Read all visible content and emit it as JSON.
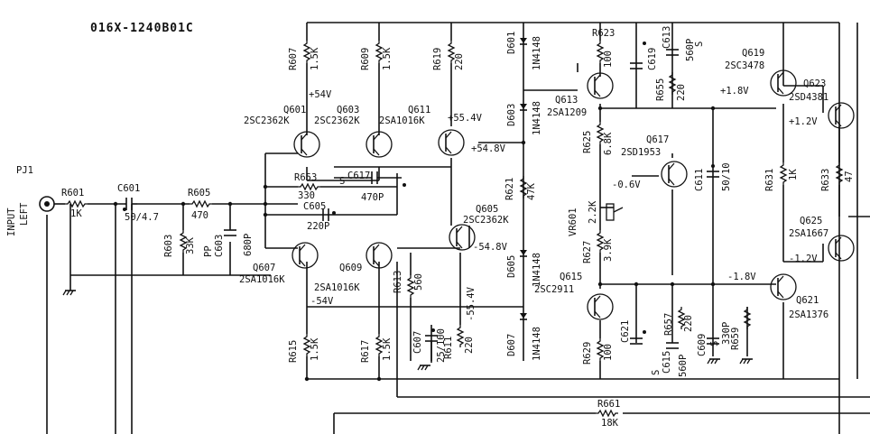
{
  "schematic": {
    "code": "016X-1240B01C",
    "input": {
      "ref": "PJ1",
      "label1": "INPUT",
      "label2": "LEFT"
    },
    "resistors": [
      {
        "ref": "R601",
        "val": "1K"
      },
      {
        "ref": "R605",
        "val": "470"
      },
      {
        "ref": "R603",
        "val": "33K"
      },
      {
        "ref": "R607",
        "val": "1.5K"
      },
      {
        "ref": "R609",
        "val": "1.5K"
      },
      {
        "ref": "R619",
        "val": "220"
      },
      {
        "ref": "R653",
        "val": "330"
      },
      {
        "ref": "R613",
        "val": "560"
      },
      {
        "ref": "R611",
        "val": "220"
      },
      {
        "ref": "R615",
        "val": "1.5K"
      },
      {
        "ref": "R617",
        "val": "1.5K"
      },
      {
        "ref": "R621",
        "val": "47K"
      },
      {
        "ref": "R623",
        "val": "100"
      },
      {
        "ref": "R625",
        "val": "6.8K"
      },
      {
        "ref": "R627",
        "val": "3.9K"
      },
      {
        "ref": "R629",
        "val": "100"
      },
      {
        "ref": "R655",
        "val": "220"
      },
      {
        "ref": "R657",
        "val": "220"
      },
      {
        "ref": "R659",
        "val": ""
      },
      {
        "ref": "R631",
        "val": "1K"
      },
      {
        "ref": "R633",
        "val": "47"
      },
      {
        "ref": "R661",
        "val": "18K"
      }
    ],
    "caps": [
      {
        "ref": "C601",
        "val": "50/4.7"
      },
      {
        "ref": "C603",
        "val": "680P",
        "extra": "PP"
      },
      {
        "ref": "C617",
        "val": "470P",
        "extra": "S"
      },
      {
        "ref": "C605",
        "val": "220P"
      },
      {
        "ref": "C607",
        "val": "25/100"
      },
      {
        "ref": "C619",
        "val": ""
      },
      {
        "ref": "C613",
        "val": "560P",
        "extra": "S"
      },
      {
        "ref": "C611",
        "val": "50/10"
      },
      {
        "ref": "C621",
        "val": ""
      },
      {
        "ref": "C615",
        "val": "560P",
        "extra": "S"
      },
      {
        "ref": "C609",
        "val": "330P",
        "extra": "S"
      }
    ],
    "diodes": [
      {
        "ref": "D601",
        "val": "1N4148"
      },
      {
        "ref": "D603",
        "val": "1N4148"
      },
      {
        "ref": "D605",
        "val": "1N4148"
      },
      {
        "ref": "D607",
        "val": "1N4148"
      }
    ],
    "transistors": [
      {
        "ref": "Q601",
        "part": "2SC2362K"
      },
      {
        "ref": "Q603",
        "part": "2SC2362K"
      },
      {
        "ref": "Q611",
        "part": "2SA1016K"
      },
      {
        "ref": "Q605",
        "part": "2SC2362K"
      },
      {
        "ref": "Q607",
        "part": "2SA1016K"
      },
      {
        "ref": "Q609",
        "part": "2SA1016K"
      },
      {
        "ref": "Q613",
        "part": "2SA1209"
      },
      {
        "ref": "Q615",
        "part": "2SC2911"
      },
      {
        "ref": "Q617",
        "part": "2SD1953"
      },
      {
        "ref": "Q619",
        "part": "2SC3478"
      },
      {
        "ref": "Q623",
        "part": "2SD4381"
      },
      {
        "ref": "Q621",
        "part": "2SA1376"
      },
      {
        "ref": "Q625",
        "part": "2SA1667"
      }
    ],
    "vr": {
      "ref": "VR601",
      "val": "2.2K"
    },
    "voltages": {
      "v54": "+54V",
      "vm54": "-54V",
      "v554": "+55.4V",
      "v548": "+54.8V",
      "vm548": "-54.8V",
      "vm554": "-55.4V",
      "vm06": "-0.6V",
      "v18": "+1.8V",
      "vm18": "-1.8V",
      "v12": "+1.2V",
      "vm12": "-1.2V"
    }
  }
}
